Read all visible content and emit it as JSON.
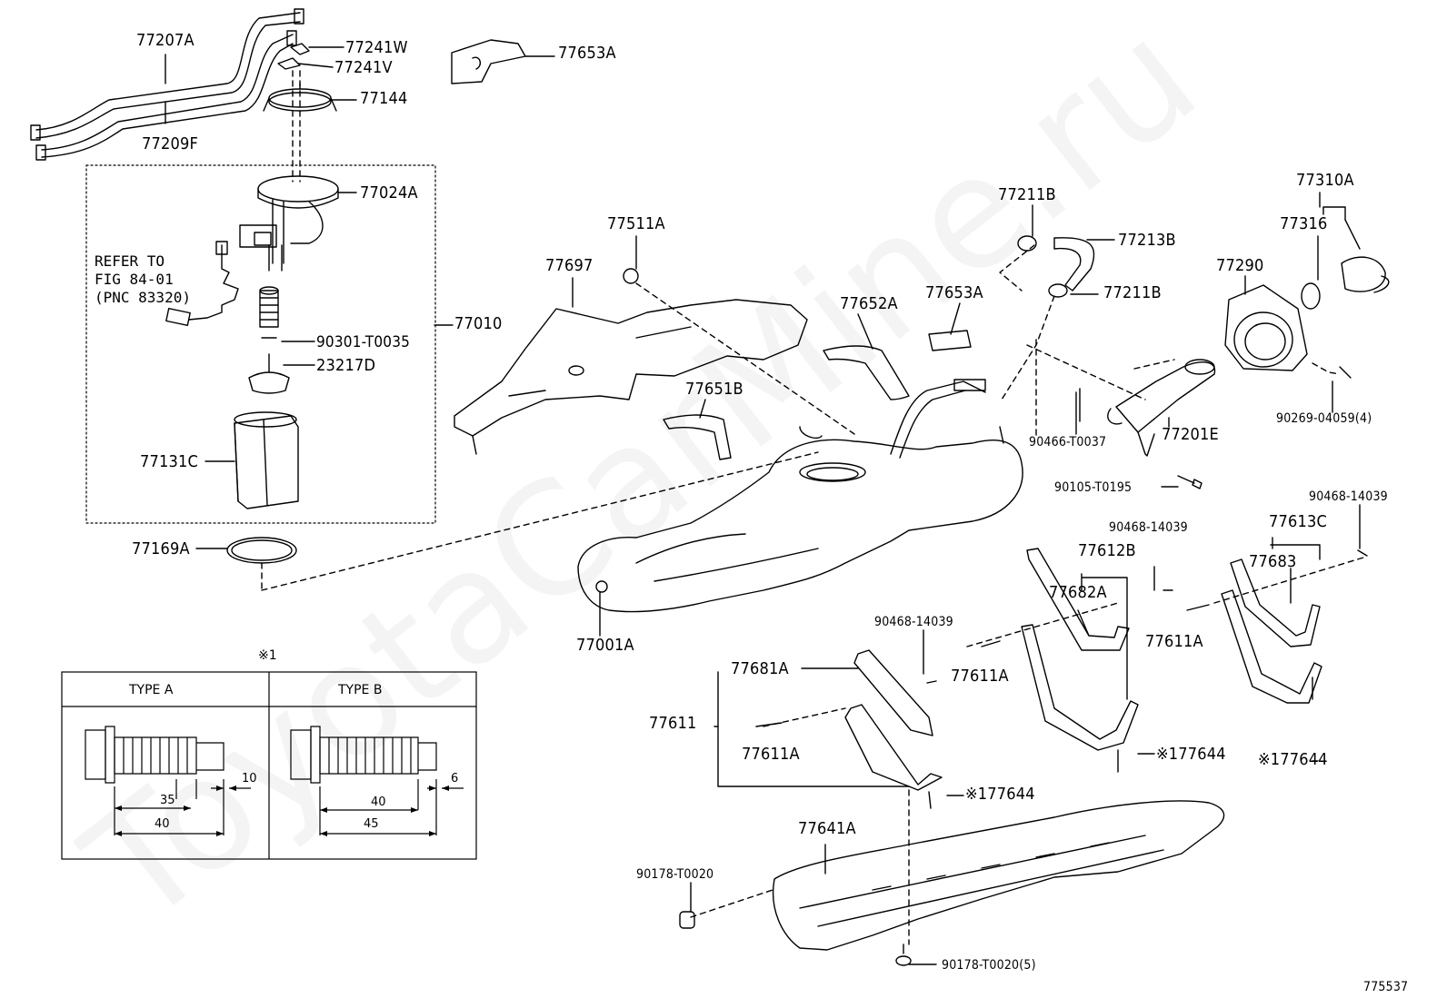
{
  "diagram_id": "775537",
  "watermark": "ToyotaCarMine.ru",
  "callouts": {
    "p77207A": "77207A",
    "p77209F": "77209F",
    "p77241W": "77241W",
    "p77241V": "77241V",
    "p77144": "77144",
    "p77653A_top": "77653A",
    "p77024A": "77024A",
    "p77010": "77010",
    "p90301": "90301-T0035",
    "p23217D": "23217D",
    "p77131C": "77131C",
    "p77169A": "77169A",
    "p77697": "77697",
    "p77511A": "77511A",
    "p77652A": "77652A",
    "p77653A_mid": "77653A",
    "p77651B": "77651B",
    "p77211B_top": "77211B",
    "p77213B": "77213B",
    "p77211B_bot": "77211B",
    "p77310A": "77310A",
    "p77316": "77316",
    "p77290": "77290",
    "p77201E": "77201E",
    "p90466": "90466-T0037",
    "p90269": "90269-04059(4)",
    "p90105": "90105-T0195",
    "p77001A": "77001A",
    "p90468_a": "90468-14039",
    "p90468_b": "90468-14039",
    "p90468_c": "90468-14039",
    "p77612B": "77612B",
    "p77613C": "77613C",
    "p77682A": "77682A",
    "p77683": "77683",
    "p77611A_a": "77611A",
    "p77611A_b": "77611A",
    "p77611A_c": "77611A",
    "p77681A": "77681A",
    "p77611": "77611",
    "p77644_a": "※177644",
    "p77644_b": "※177644",
    "p77644_c": "※177644",
    "p77641A": "77641A",
    "p90178_a": "90178-T0020",
    "p90178_b": "90178-T0020(5)"
  },
  "refer_note": "REFER TO\nFIG 84-01\n(PNC 83320)",
  "bolt_table": {
    "note_mark": "※1",
    "type_a": {
      "title": "TYPE A",
      "dims": [
        "10",
        "35",
        "40"
      ]
    },
    "type_b": {
      "title": "TYPE B",
      "dims": [
        "6",
        "40",
        "45"
      ]
    }
  }
}
